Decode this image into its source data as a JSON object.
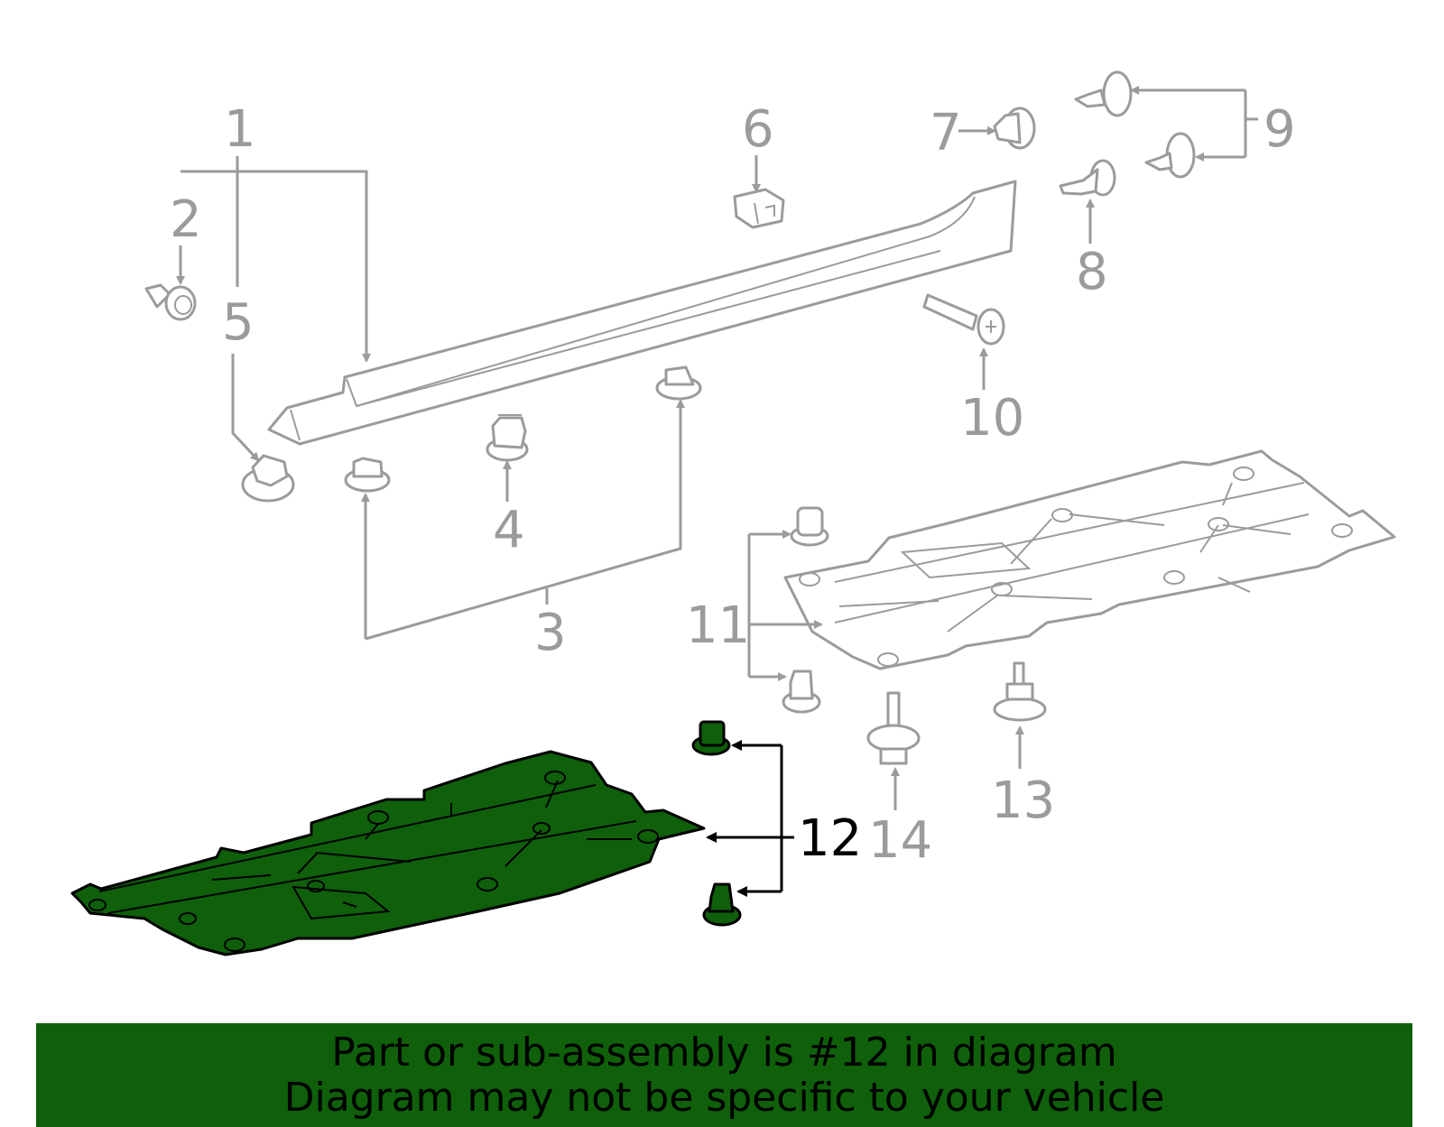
{
  "callouts": {
    "c1": "1",
    "c2": "2",
    "c3": "3",
    "c4": "4",
    "c5": "5",
    "c6": "6",
    "c7": "7",
    "c8": "8",
    "c9": "9",
    "c10": "10",
    "c11": "11",
    "c12": "12",
    "c13": "13",
    "c14": "14"
  },
  "highlighted_part": "12",
  "banner": {
    "line1": "Part or sub-assembly is #12 in diagram",
    "line2": "Diagram may not be specific to your vehicle"
  },
  "colors": {
    "highlight_green": "#0f5f0b",
    "line_gray": "#9b9b9b",
    "highlight_text": "#000000"
  }
}
